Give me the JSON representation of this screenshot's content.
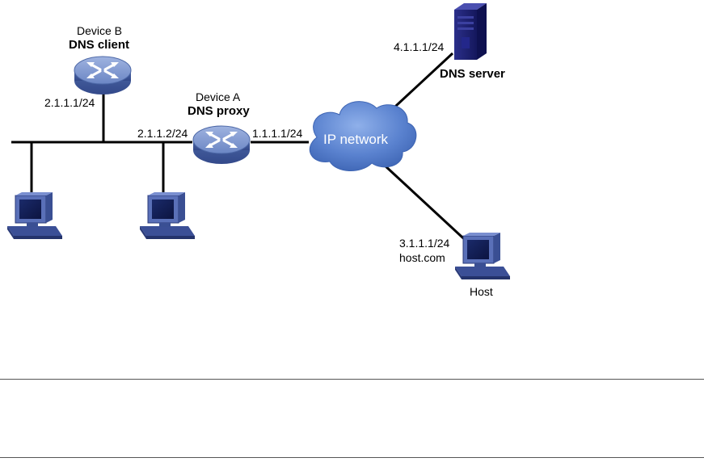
{
  "device_b": {
    "name": "Device B",
    "role": "DNS client",
    "ip": "2.1.1.1/24"
  },
  "device_a": {
    "name": "Device A",
    "role": "DNS proxy",
    "ip_lan": "2.1.1.2/24",
    "ip_wan": "1.1.1.1/24"
  },
  "cloud": {
    "label": "IP network"
  },
  "dns_server": {
    "ip": "4.1.1.1/24",
    "label": "DNS server"
  },
  "host": {
    "ip": "3.1.1.1/24",
    "domain": "host.com",
    "label": "Host"
  },
  "colors": {
    "router_blue": "#5c79b8",
    "cloud_blue": "#4f77c4",
    "server_navy": "#1c1f73",
    "pc_blue": "#4a5fa8",
    "line": "#000000"
  }
}
